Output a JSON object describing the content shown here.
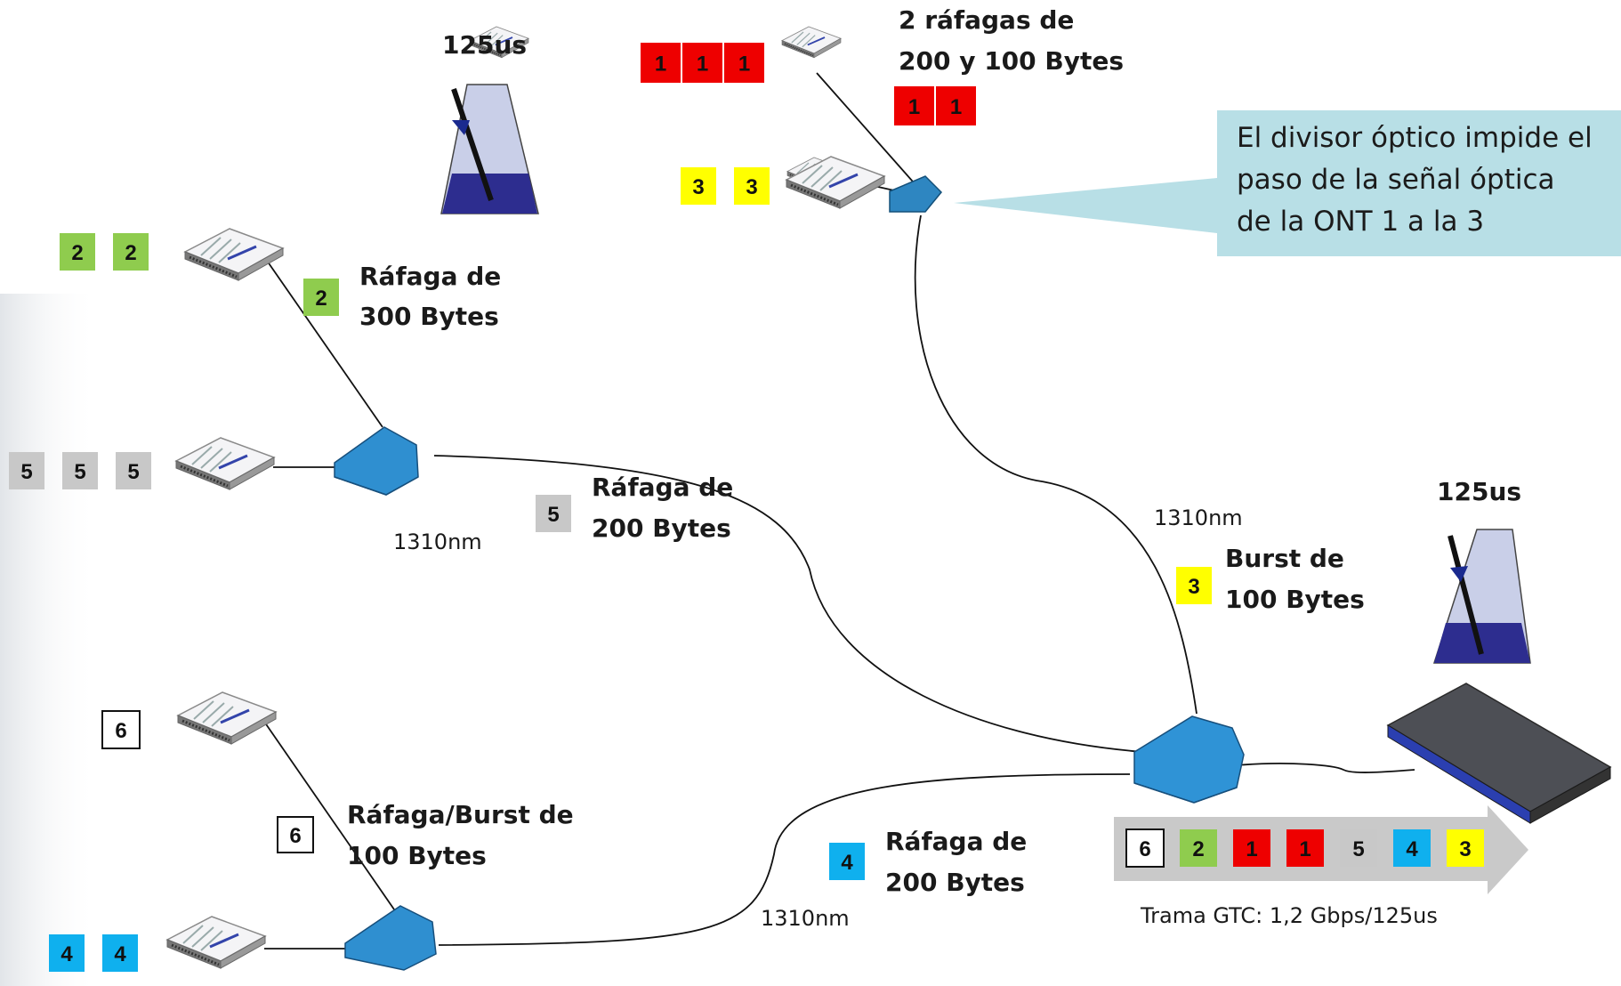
{
  "colors": {
    "ont1": "#ee0000",
    "ont2": "#8fcc4e",
    "ont3": "#ffff00",
    "ont4": "#0fb0ee",
    "ont5": "#c8c8c8",
    "ont6": "#ffffff",
    "splitter": "#2e86c1",
    "callout": "#b8dfe6",
    "metronome_body": "#c9cfe8",
    "metronome_base": "#2d2d8f",
    "arrow": "#c9c9c9"
  },
  "metronome_top_label": "125us",
  "metronome_olt_label": "125us",
  "ont1": {
    "boxes": [
      "1",
      "1",
      "1"
    ]
  },
  "ont3": {
    "boxes": [
      "3",
      "3"
    ]
  },
  "ont2": {
    "boxes": [
      "2",
      "2"
    ]
  },
  "ont5": {
    "boxes": [
      "5",
      "5",
      "5"
    ]
  },
  "ont6": {
    "boxes": [
      "6"
    ]
  },
  "ont4": {
    "boxes": [
      "4",
      "4"
    ]
  },
  "burst_labels": {
    "top_line1": "2 ráfagas de",
    "top_line2": "200 y 100 Bytes",
    "top_boxes": [
      "1",
      "1"
    ],
    "ont2_line1": "Ráfaga de",
    "ont2_line2": "300 Bytes",
    "ont2_box": "2",
    "ont5_line1": "Ráfaga de",
    "ont5_line2": "200 Bytes",
    "ont5_box": "5",
    "ont3_line1": "Burst de",
    "ont3_line2": "100 Bytes",
    "ont3_box": "3",
    "ont6_line1": "Ráfaga/Burst de",
    "ont6_line2": "100 Bytes",
    "ont6_box": "6",
    "ont4_line1": "Ráfaga de",
    "ont4_line2": "200 Bytes",
    "ont4_box": "4"
  },
  "wavelength_left": "1310nm",
  "wavelength_right": "1310nm",
  "wavelength_bottom": "1310nm",
  "callout": {
    "line1": "El divisor óptico impide el",
    "line2": "paso de la señal óptica",
    "line3": "de la ONT 1 a la 3"
  },
  "gtc_frame": {
    "boxes": [
      "6",
      "2",
      "1",
      "1",
      "5",
      "4",
      "3"
    ],
    "caption": "Trama GTC: 1,2 Gbps/125us"
  }
}
